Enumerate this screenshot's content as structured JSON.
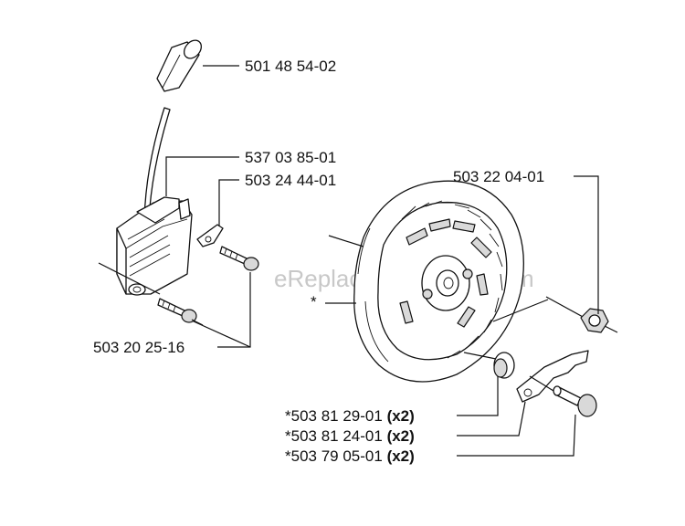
{
  "watermark": "eReplacementParts.com",
  "labels": {
    "spark_plug_boot": "501 48 54-02",
    "ignition_module": "537 03 85-01",
    "bracket": "503 24 44-01",
    "module_screws": "503 20 25-16",
    "flywheel_nut": "503 22 04-01",
    "flywheel_note": "*"
  },
  "parts_list": [
    {
      "part": "*503 81 29-01",
      "qty": "(x2)"
    },
    {
      "part": "*503 81 24-01",
      "qty": "(x2)"
    },
    {
      "part": "*503 79 05-01",
      "qty": "(x2)"
    }
  ]
}
